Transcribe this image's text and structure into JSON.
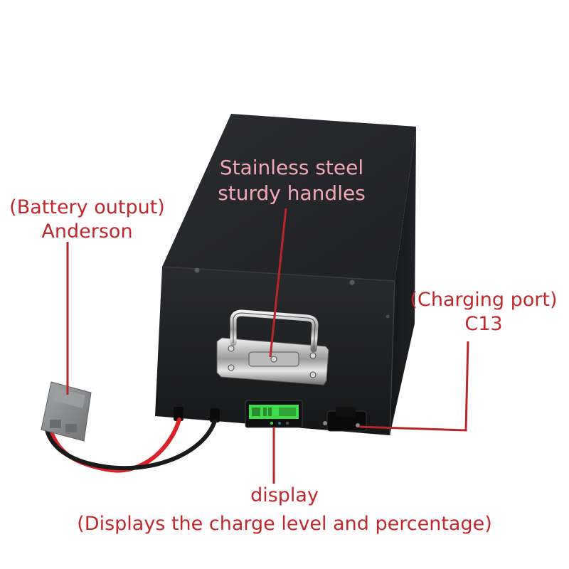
{
  "annotations": {
    "handles": {
      "line1": "Stainless steel",
      "line2": "sturdy handles"
    },
    "output": {
      "line1": "(Battery output)",
      "line2": "Anderson"
    },
    "charging": {
      "line1": "(Charging port)",
      "line2": "C13"
    },
    "display": {
      "line1": "display",
      "line2": "(Displays the charge level and percentage)"
    }
  },
  "colors": {
    "annotation_text": "#c0282d",
    "handle_text": "#f4a7b9",
    "leader_line": "#b8262b",
    "battery_body": "#1e1f22",
    "lcd_green": "#3fdc4a",
    "cable_red": "#d8232a",
    "connector_gray": "#8c8e90"
  }
}
